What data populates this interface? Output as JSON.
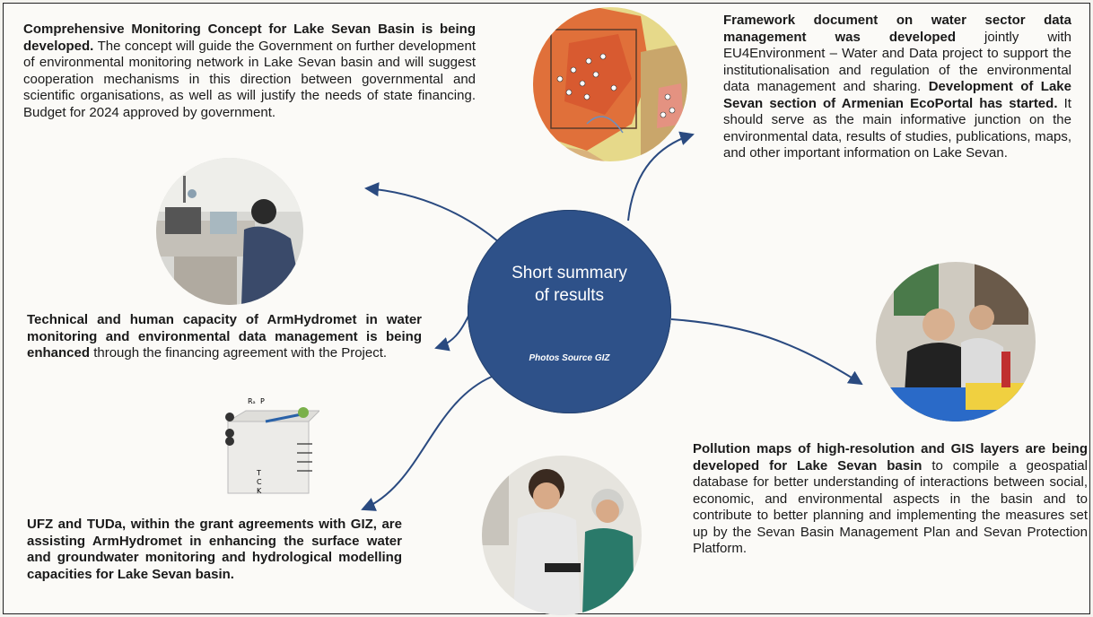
{
  "center": {
    "title_line1": "Short summary",
    "title_line2": "of results",
    "photo_source": "Photos Source GIZ"
  },
  "block_monitoring_concept": {
    "bold": "Comprehensive Monitoring Concept for Lake Sevan Basin is being developed.",
    "text": " The concept will guide the Government on further development of environmental monitoring network in Lake Sevan basin and will suggest cooperation mechanisms in this direction between governmental and scientific organisations, as well as will justify the needs of state financing. Budget for 2024 approved by government."
  },
  "block_framework": {
    "bold1": "Framework document on water sector data management was developed",
    "text1": " jointly with EU4Environment – Water and Data project to support the institutionalisation and regulation of the environmental data management and sharing.",
    "bold2": "Development of Lake Sevan section of Armenian EcoPortal has started.",
    "text2": " It should serve as the main informative junction on the environmental data, results of studies, publications, maps, and other important information on Lake Sevan."
  },
  "block_capacity": {
    "bold": "Technical and human capacity of ArmHydromet in water monitoring and environmental data management is being enhanced",
    "text": " through the financing agreement with the Project."
  },
  "block_ufz": {
    "bold": "UFZ and TUDa, within the grant agreements with GIZ, are assisting ArmHydromet in enhancing the surface water and groundwater monitoring and hydrological modelling capacities for Lake Sevan basin."
  },
  "block_pollution": {
    "bold": "Pollution maps of high-resolution and GIS layers are being developed for Lake Sevan basin",
    "text": " to compile a geospatial database for better understanding of interactions between social, economic, and environmental aspects in the basin and to contribute to better planning and implementing the measures set up by the Sevan Basin Management Plan and Sevan Protection Platform."
  },
  "diagram_labels": {
    "r_a": "Rₐ",
    "p": "P",
    "t": "T",
    "c": "C",
    "k": "K"
  },
  "colors": {
    "circle": "#2e5189",
    "arrow": "#2a4a80",
    "map_orange": "#e0703a"
  }
}
